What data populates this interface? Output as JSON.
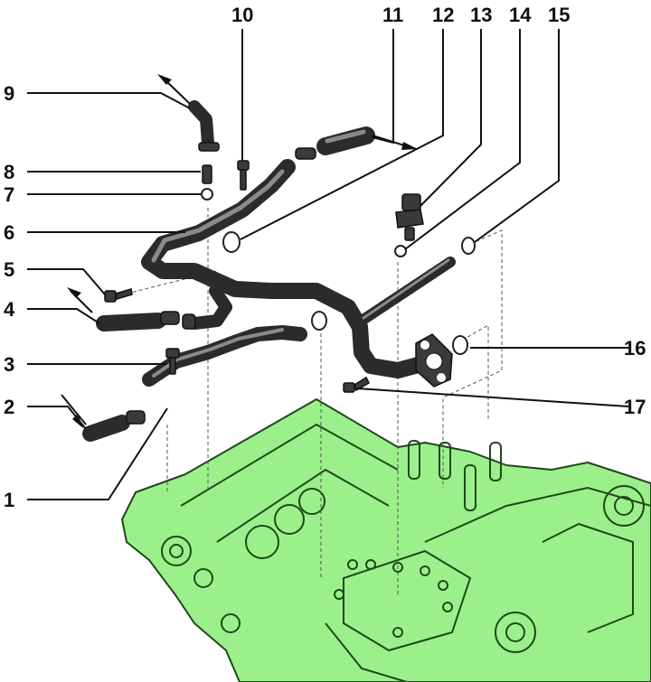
{
  "callouts": [
    {
      "id": "1",
      "label": "1"
    },
    {
      "id": "2",
      "label": "2"
    },
    {
      "id": "3",
      "label": "3"
    },
    {
      "id": "4",
      "label": "4"
    },
    {
      "id": "5",
      "label": "5"
    },
    {
      "id": "6",
      "label": "6"
    },
    {
      "id": "7",
      "label": "7"
    },
    {
      "id": "8",
      "label": "8"
    },
    {
      "id": "9",
      "label": "9"
    },
    {
      "id": "10",
      "label": "10"
    },
    {
      "id": "11",
      "label": "11"
    },
    {
      "id": "12",
      "label": "12"
    },
    {
      "id": "13",
      "label": "13"
    },
    {
      "id": "14",
      "label": "14"
    },
    {
      "id": "15",
      "label": "15"
    },
    {
      "id": "16",
      "label": "16"
    },
    {
      "id": "17",
      "label": "17"
    }
  ],
  "colors": {
    "engine_block": "#9cf08c",
    "engine_outline": "#1d4a17",
    "hose": "#2b2b2b",
    "text": "#111111"
  }
}
